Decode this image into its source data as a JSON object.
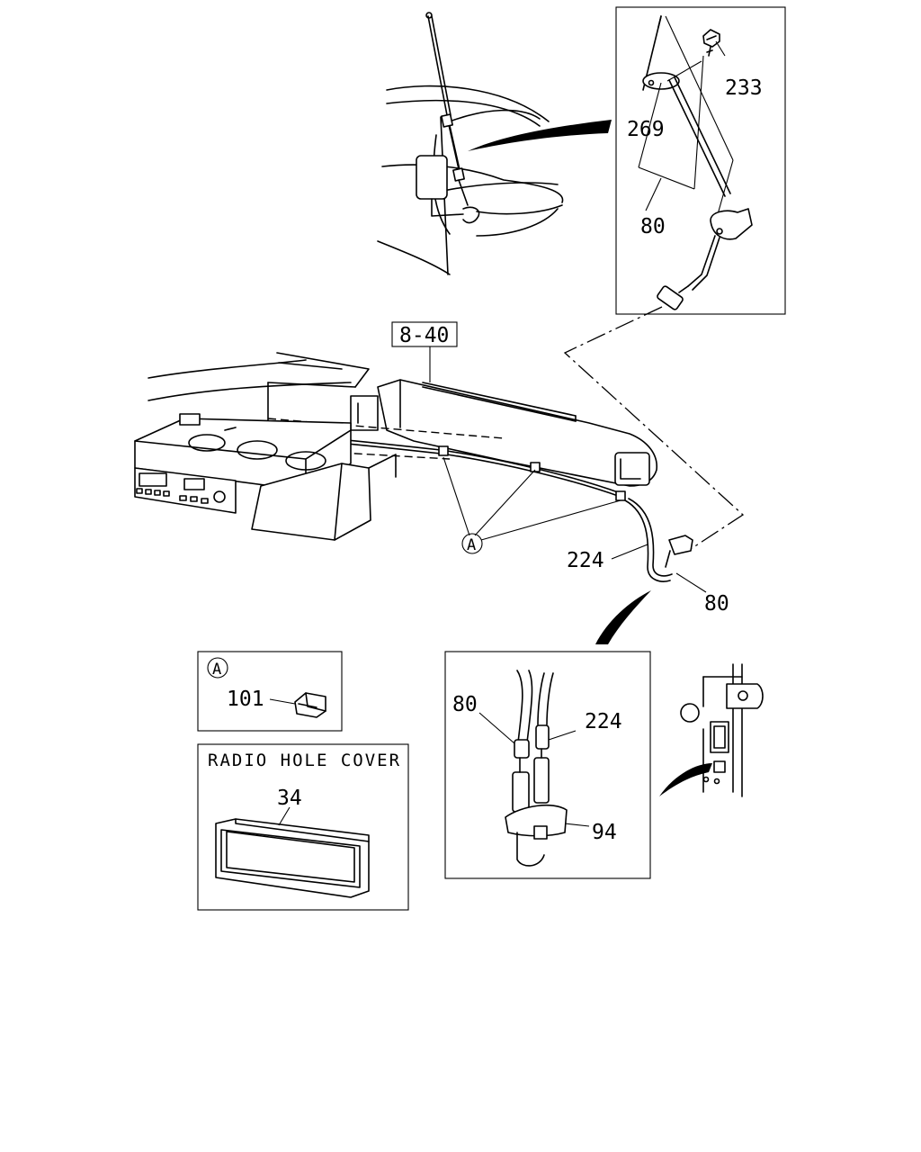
{
  "diagram": {
    "callouts": {
      "c233": "233",
      "c269": "269",
      "c80_top": "80",
      "c840": "8-40",
      "c224_mid": "224",
      "c80_mid": "80",
      "cA_mid": "A",
      "cA_box": "A",
      "c101": "101",
      "c34": "34",
      "c80_detail": "80",
      "c224_detail": "224",
      "c94": "94"
    },
    "panels": {
      "radio_hole_cover_title": "RADIO HOLE COVER"
    }
  }
}
